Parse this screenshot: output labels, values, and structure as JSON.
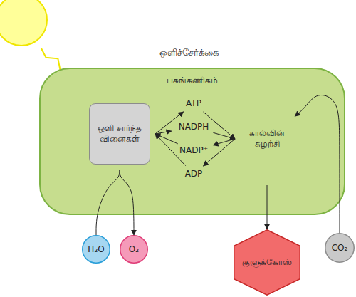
{
  "diagram": {
    "title": "ஒளிச்சேர்க்கை",
    "nodes": [
      {
        "text": [
          "பசுங்கணிகம்"
        ]
      },
      {
        "text": [
          "ஒளி சார்ந்த வினைகள்"
        ],
        "in": 0
      },
      {
        "text": [
          "ATP"
        ],
        "in": 0
      },
      {
        "text": [
          "NADPH"
        ],
        "in": 0
      },
      {
        "text": [
          "NADP⁺"
        ],
        "in": 0
      },
      {
        "text": [
          "ADP"
        ],
        "in": 0
      },
      {
        "text": [
          "கால்வின் சுழற்சி"
        ],
        "in": 0
      },
      {
        "text": [
          "H₂O"
        ]
      },
      {
        "text": [
          "O₂"
        ]
      },
      {
        "text": [
          "குளுக்கோஸ்"
        ]
      },
      {
        "text": [
          "CO₂"
        ]
      }
    ],
    "edges": [
      {
        "from": 1,
        "to": 2,
        "arrow": "to"
      },
      {
        "from": 1,
        "to": 3,
        "arrow": "to"
      },
      {
        "from": 4,
        "to": 1,
        "arrow": "to"
      },
      {
        "from": 5,
        "to": 1,
        "arrow": "to"
      },
      {
        "from": 2,
        "to": 6,
        "arrow": "to"
      },
      {
        "from": 3,
        "to": 6,
        "arrow": "to"
      },
      {
        "from": 6,
        "to": 4,
        "arrow": "to"
      },
      {
        "from": 6,
        "to": 5,
        "arrow": "to"
      },
      {
        "from": 7,
        "to": 1,
        "arrow": "none"
      },
      {
        "from": 1,
        "to": 8,
        "arrow": "to"
      },
      {
        "from": 6,
        "to": 9,
        "arrow": "to"
      },
      {
        "from": 10,
        "to": 6,
        "arrow": "to"
      }
    ]
  }
}
